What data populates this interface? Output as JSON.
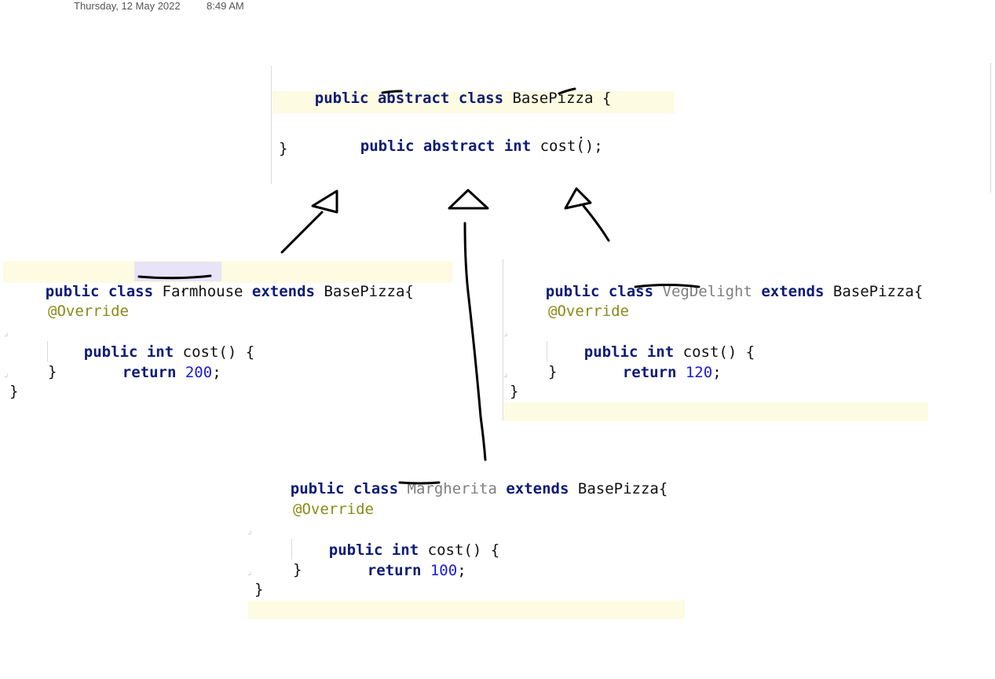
{
  "header": {
    "date": "Thursday, 12 May 2022",
    "time": "8:49 AM"
  },
  "base_class": {
    "kw_public": "public",
    "kw_abstract": "abstract",
    "kw_class": "class",
    "name": "BasePizza",
    "open": "{",
    "m_public": "public",
    "m_abstract": "abstract",
    "m_int": "int",
    "m_sig": "cost();",
    "close": "}"
  },
  "farmhouse": {
    "kw_public": "public",
    "kw_class": "class",
    "name": "Farmhouse",
    "kw_extends": "extends",
    "parent": "BasePizza{",
    "annotation": "@Override",
    "m_public": "public",
    "m_int": "int",
    "m_sig": "cost() {",
    "kw_return": "return",
    "value": "200",
    "semi": ";",
    "close_inner": "}",
    "close": "}"
  },
  "vegdelight": {
    "kw_public": "public",
    "kw_class": "class",
    "name": "VegDelight",
    "kw_extends": "extends",
    "parent": "BasePizza{",
    "annotation": "@Override",
    "m_public": "public",
    "m_int": "int",
    "m_sig": "cost() {",
    "kw_return": "return",
    "value": "120",
    "semi": ";",
    "close_inner": "}",
    "close": "}"
  },
  "margherita": {
    "kw_public": "public",
    "kw_class": "class",
    "name": "Margherita",
    "kw_extends": "extends",
    "parent": "BasePizza{",
    "annotation": "@Override",
    "m_public": "public",
    "m_int": "int",
    "m_sig": "cost() {",
    "kw_return": "return",
    "value": "100",
    "semi": ";",
    "close_inner": "}",
    "close": "}"
  },
  "colors": {
    "keyword": "#0d1b78",
    "annotation": "#8a8a18",
    "number": "#1a1adc",
    "ink": "#000000"
  }
}
